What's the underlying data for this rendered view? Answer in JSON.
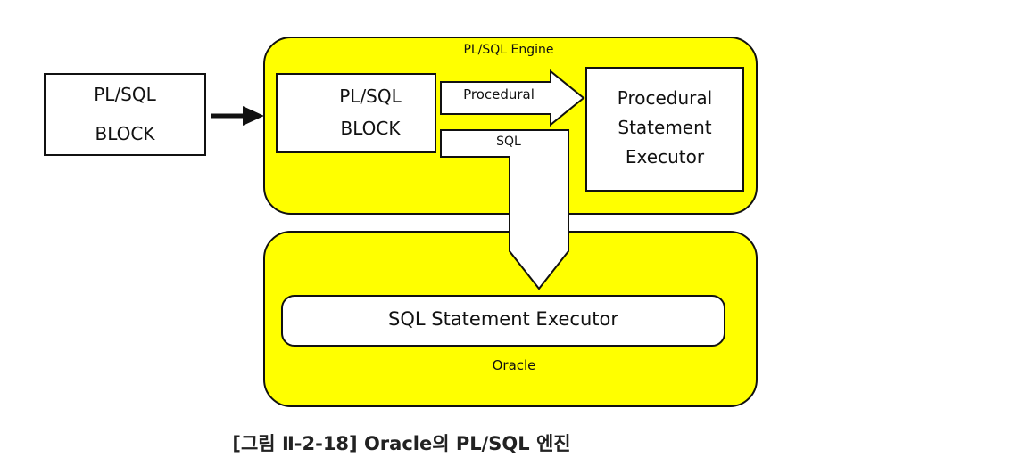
{
  "engine": {
    "label": "PL/SQL Engine",
    "fill": "#ffff00"
  },
  "oracle": {
    "label": "Oracle",
    "fill": "#ffff00"
  },
  "input_block": {
    "line1": "PL/SQL",
    "line2": "BLOCK"
  },
  "engine_block": {
    "line1": "PL/SQL",
    "line2": "BLOCK"
  },
  "procedural_arrow": {
    "label": "Procedural"
  },
  "sql_arrow": {
    "label": "SQL"
  },
  "procedural_executor": {
    "line1": "Procedural",
    "line2": "Statement",
    "line3": "Executor"
  },
  "sql_executor": {
    "label": "SQL Statement Executor"
  },
  "caption": "[그림 Ⅱ-2-18] Oracle의 PL/SQL 엔진"
}
